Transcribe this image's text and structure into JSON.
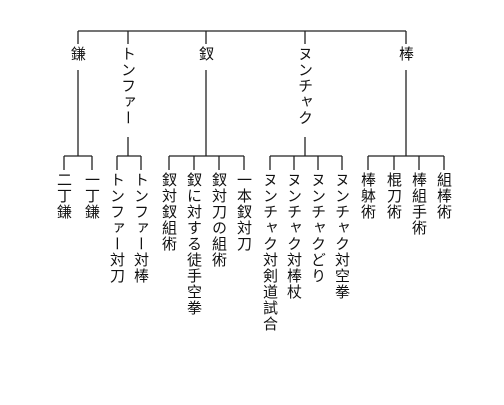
{
  "categories": [
    {
      "id": "kama",
      "label": "鎌",
      "items": [
        "一丁鎌",
        "二丁鎌"
      ]
    },
    {
      "id": "tonfa",
      "label": "トンファー",
      "items": [
        "トンファー対棒",
        "トンファー対刀"
      ]
    },
    {
      "id": "sai",
      "label": "釵",
      "items": [
        "一本釵対刀",
        "釵対刀の組術",
        "釵に対する徒手空拳",
        "釵対釵組術"
      ]
    },
    {
      "id": "nunchaku",
      "label": "ヌンチャク",
      "items": [
        "ヌンチャク対空拳",
        "ヌンチャクどり",
        "ヌンチャク対棒杖",
        "ヌンチャク対剣道試合"
      ]
    },
    {
      "id": "bo",
      "label": "棒",
      "items": [
        "組棒術",
        "棒組手術",
        "棍刀術",
        "棒躰術"
      ]
    }
  ]
}
